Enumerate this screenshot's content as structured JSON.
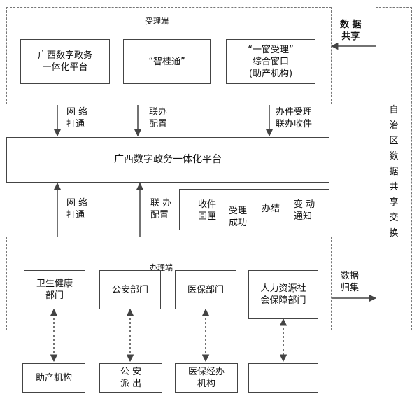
{
  "accept_end": {
    "title": "受理端",
    "boxes": [
      "广西数字政务\n一体化平台",
      "“智桂通”",
      "“一窗受理”\n综合窗口\n(助产机构)"
    ]
  },
  "data_sharing": "数 据\n共享",
  "links_top": {
    "network": "网 络\n打通",
    "joint_config": "联办\n配置",
    "joint_receive": "办件受理\n联办收件"
  },
  "platform": "广西数字政务一体化平台",
  "links_bottom": {
    "network": "网 络\n打通",
    "joint_config": "联 办\n配置"
  },
  "status_box": {
    "receive_return": "收件\n回匣",
    "accepted": "受理\n成功",
    "done": "办结",
    "change_notice": "变 动\n通知"
  },
  "right_column": "自治区数据共享交换",
  "process_end": {
    "title": "办理端",
    "boxes": [
      "卫生健康\n部门",
      "公安部门",
      "医保部门",
      "人力资源社\n会保障部门"
    ]
  },
  "data_collect": "数据\n归集",
  "bottom_boxes": [
    "助产机构",
    "公 安\n派 出",
    "医保经办\n机构",
    ""
  ],
  "colors": {
    "line": "#444444",
    "dash": "#777777"
  }
}
